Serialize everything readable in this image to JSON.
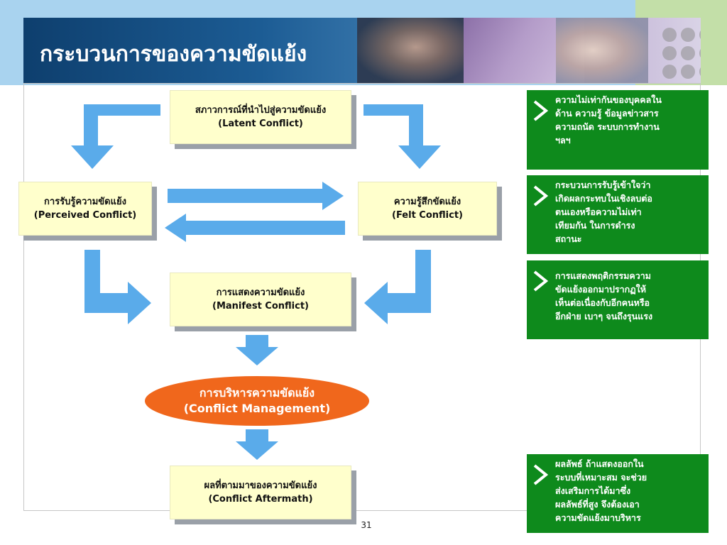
{
  "slide": {
    "title": "กระบวนการของความขัดแย้ง",
    "page_number": "31"
  },
  "stages": {
    "latent": {
      "thai": "สภาวการณ์ที่นำไปสู่ความขัดแย้ง",
      "english": "(Latent Conflict)"
    },
    "perceived": {
      "thai": "การรับรู้ความขัดแย้ง",
      "english": "(Perceived Conflict)"
    },
    "felt": {
      "thai": "ความรู้สึกขัดแย้ง",
      "english": "(Felt Conflict)"
    },
    "manifest": {
      "thai": "การแสดงความขัดแย้ง",
      "english": "(Manifest Conflict)"
    },
    "management": {
      "thai": "การบริหารความขัดแย้ง",
      "english": "(Conflict Management)"
    },
    "aftermath": {
      "thai": "ผลที่ตามมาของความขัดแย้ง",
      "english": "(Conflict Aftermath)"
    }
  },
  "notes": [
    {
      "lines": [
        "ความไม่เท่ากันของบุคคลใน",
        "ด้าน ความรู้ ข้อมูลข่าวสาร",
        "ความถนัด ระบบการทำงาน",
        "ฯลฯ"
      ]
    },
    {
      "lines": [
        "กระบวนการรับรู้เข้าใจว่า",
        "เกิดผลกระทบในเชิงลบต่อ",
        "ตนเองหรือความไม่เท่า",
        "เทียมกัน ในการดำรง",
        "สถานะ"
      ]
    },
    {
      "lines": [
        "การแสดงพฤติกรรมความ",
        "ขัดแย้งออกมาปรากฏให้",
        "เห็นต่อเนื่องกับอีกคนหรือ",
        "อีกฝ่าย เบาๆ จนถึงรุนแรง"
      ]
    },
    {
      "lines": [
        "ผลลัพธ์ ถ้าแสดงออกใน",
        "ระบบที่เหมาะสม จะช่วย",
        "ส่งเสริมการได้มาซึ่ง",
        "ผลลัพธ์ที่สูง จึงต้องเอา",
        "ความขัดแย้งมาบริหาร"
      ]
    }
  ],
  "colors": {
    "arrow": "#5aabea",
    "stage_fill": "#ffffcc",
    "management_fill": "#f0671c",
    "note_fill": "#0e8a1c"
  }
}
